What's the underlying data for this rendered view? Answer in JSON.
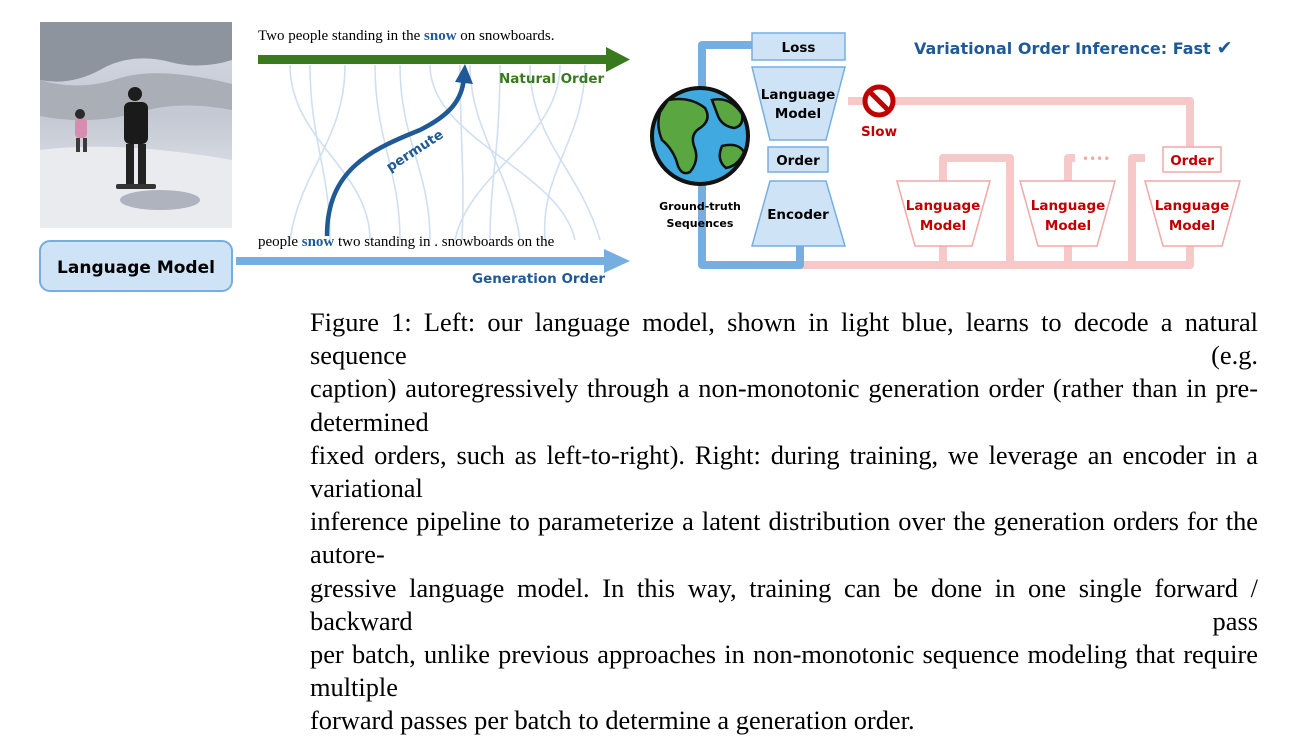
{
  "figure": {
    "natural_sentence": {
      "before": "Two people standing in the ",
      "highlight": "snow",
      "after": " on snowboards."
    },
    "permuted_sentence": {
      "before": "people ",
      "highlight": "snow",
      "after": " two standing in . snowboards on the"
    },
    "natural_order_label": "Natural Order",
    "generation_order_label": "Generation Order",
    "permute_label": "permute",
    "language_model_box": "Language Model",
    "right_title": "Variational Order Inference:  Fast",
    "loss_label": "Loss",
    "lm_label_line1": "Language",
    "lm_label_line2": "Model",
    "order_label": "Order",
    "encoder_label": "Encoder",
    "ground_truth_line1": "Ground-truth",
    "ground_truth_line2": "Sequences",
    "slow_label": "Slow",
    "ellipsis": "••••",
    "colors": {
      "dark_blue": "#1f5a96",
      "light_blue": "#77aee0",
      "box_fill": "#cfe3f6",
      "green": "#3a7a1e",
      "red": "#c00000",
      "pink": "#f6c8c8"
    }
  },
  "caption": {
    "lines": [
      "Figure 1: Left: our language model, shown in light blue, learns to decode a natural sequence (e.g.",
      "caption) autoregressively through a non-monotonic generation order (rather than in pre-determined",
      "fixed orders, such as left-to-right). Right: during training, we leverage an encoder in a variational",
      "inference pipeline to parameterize a latent distribution over the generation orders for the autore-",
      "gressive language model. In this way, training can be done in one single forward / backward pass",
      "per batch, unlike previous approaches in non-monotonic sequence modeling that require multiple",
      "forward passes per batch to determine a generation order."
    ]
  }
}
